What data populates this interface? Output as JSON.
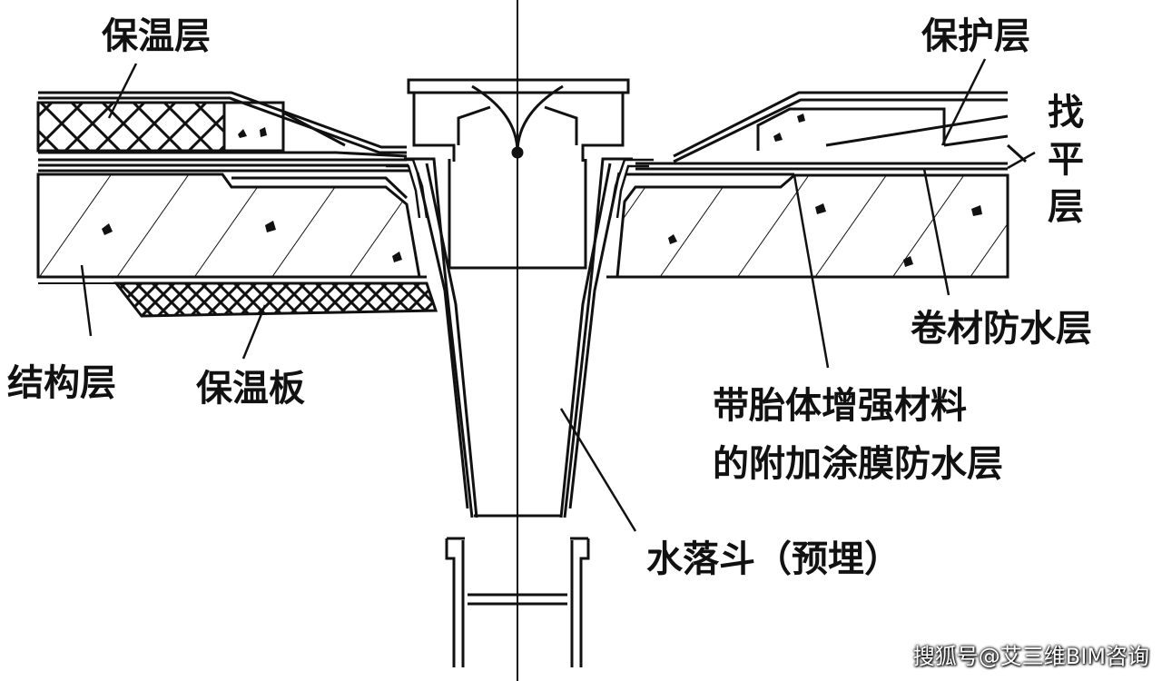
{
  "labels": {
    "insulation_layer": "保温层",
    "protective_layer": "保护层",
    "leveling_layer_chars": [
      "找",
      "平",
      "层"
    ],
    "membrane_waterproof_layer": "卷材防水层",
    "structural_layer": "结构层",
    "insulation_board": "保温板",
    "additional_coating_line1": "带胎体增强材料",
    "additional_coating_line2": "的附加涂膜防水层",
    "drain_funnel": "水落斗（预埋）"
  },
  "watermark": "搜狐号@艾三维BIM咨询",
  "colors": {
    "line": "#111111",
    "background": "#ffffff"
  }
}
